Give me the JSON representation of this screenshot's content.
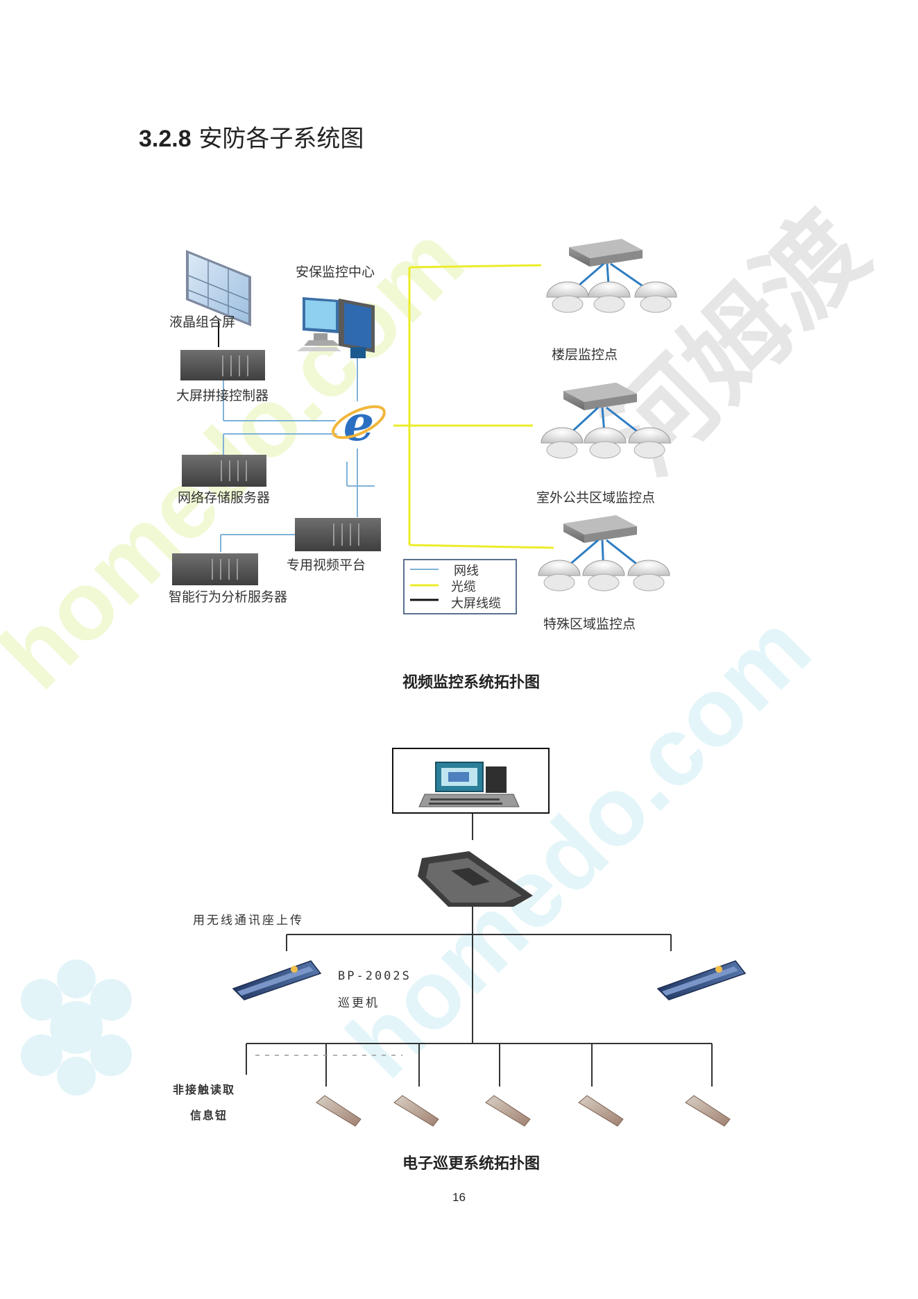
{
  "heading": {
    "number": "3.2.8",
    "text": "安防各子系统图"
  },
  "video": {
    "labels": {
      "center": "安保监控中心",
      "lcd_wall": "液晶组合屏",
      "screen_controller": "大屏拼接控制器",
      "storage_server": "网络存储服务器",
      "video_platform": "专用视频平台",
      "analysis_server": "智能行为分析服务器",
      "floor_points": "楼层监控点",
      "outdoor_points": "室外公共区域监控点",
      "special_points": "特殊区域监控点"
    },
    "legend": [
      "网线",
      "光缆",
      "大屏线缆"
    ],
    "caption": "视频监控系统拓扑图"
  },
  "patrol": {
    "labels": {
      "comm_base": "用无线通讯座上传",
      "model": "BP-2002S",
      "patrol_unit": "巡更机",
      "read_line1": "非接触读取",
      "read_line2": "信息钮"
    },
    "caption": "电子巡更系统拓扑图"
  },
  "colors": {
    "network": "#7fb2d8",
    "fiber": "#ecec2a",
    "screen_cable": "#111111",
    "watermark_green": "#eef8c8",
    "watermark_cyan": "#ddf3f8",
    "watermark_gray": "#dddddd"
  },
  "watermark": {
    "site": "homedo.com",
    "brand": "河姆渡"
  },
  "page_number": "16"
}
